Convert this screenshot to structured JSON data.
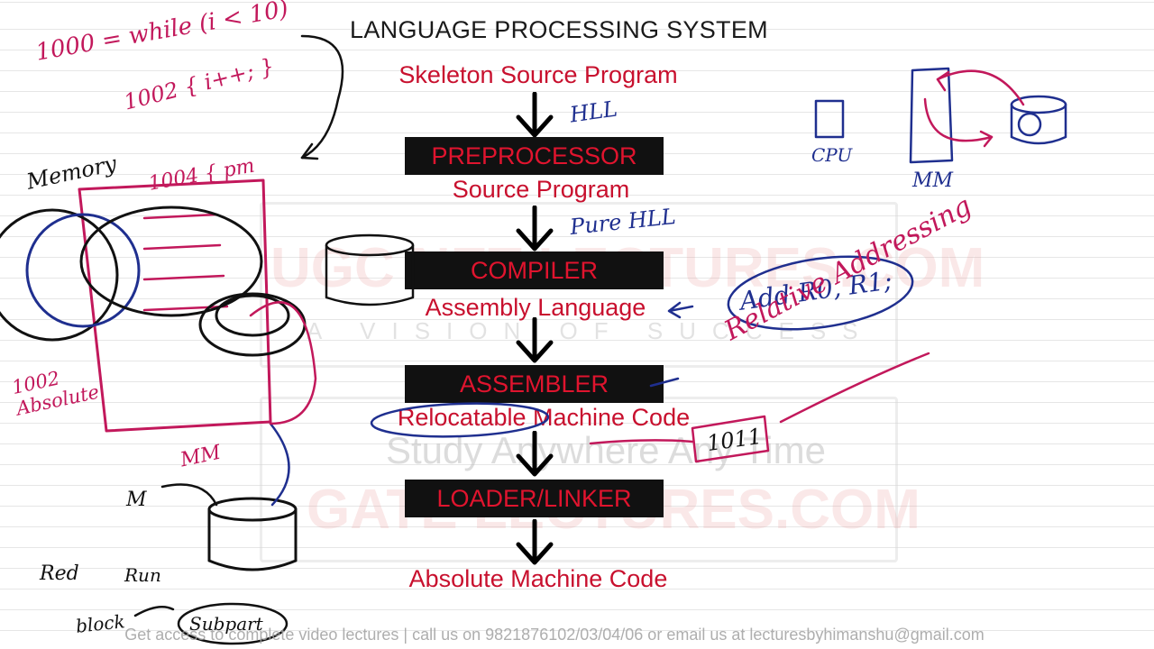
{
  "title": "LANGUAGE PROCESSING SYSTEM",
  "flow": {
    "skeleton": "Skeleton  Source Program",
    "preprocessor": "PREPROCESSOR",
    "source": "Source Program",
    "compiler": "COMPILER",
    "assembly": "Assembly Language",
    "assembler": "ASSEMBLER",
    "relocatable": "Relocatable Machine Code",
    "loader": "LOADER/LINKER",
    "absolute": "Absolute Machine Code"
  },
  "watermark": {
    "top": "UGC NET LECTURES.COM",
    "tagline": "A VISION OF SUCCESS",
    "middle": "Study Anywhere Any Time",
    "bottom": "GATE LECTURES.COM"
  },
  "footer": "Get access to complete video lectures | call us on 9821876102/03/04/06 or email us at lecturesbyhimanshu@gmail.com",
  "handwriting": {
    "hll": "HLL",
    "pure_hll": "Pure HLL",
    "add": "Add R0, R1;",
    "relative": "Relative Addressing",
    "cpu": "CPU",
    "mm_right": "MM",
    "binary": "1011",
    "while_line": "1000 = while (i < 10)",
    "inc_line": "1002 { i++; }",
    "loc_1004": "1004 { pm",
    "memory": "Memory",
    "absolute_note": "1002 Absolute",
    "mm_left": "MM",
    "m_note": "M",
    "red": "Red",
    "run": "Run",
    "block": "block",
    "sub": "Subpart"
  },
  "colors": {
    "red_text": "#c8102e",
    "box_bg": "#111111",
    "box_text": "#e0142e",
    "pen_blue": "#1f2f8f",
    "pen_pink": "#c2185b"
  }
}
